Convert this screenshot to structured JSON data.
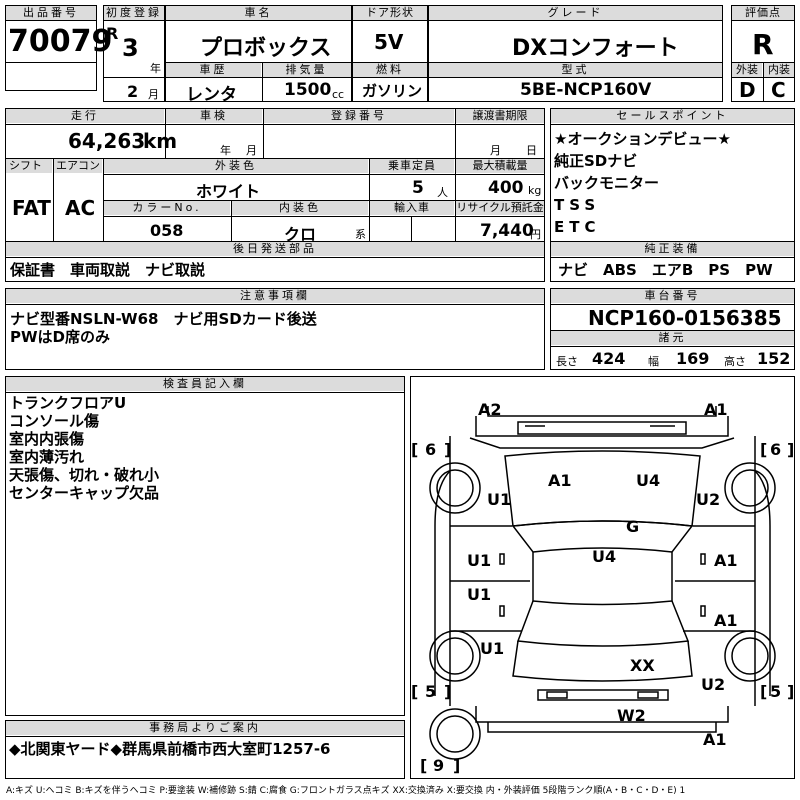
{
  "header": {
    "lot_label": "出品番号",
    "lot_value": "70079",
    "first_reg_label": "初度登録",
    "era": "R",
    "year_num": "3",
    "year_unit": "年",
    "month_num": "2",
    "month_unit": "月",
    "name_label": "車名",
    "name_value": "プロボックス",
    "history_label": "車歴",
    "history_value": "レンタ",
    "displacement_label": "排気量",
    "displacement_value": "1500",
    "displacement_unit": "cc",
    "doors_label": "ドア形状",
    "doors_value": "5V",
    "fuel_label": "燃料",
    "fuel_value": "ガソリン",
    "grade_label": "グレード",
    "grade_value": "DXコンフォート",
    "model_label": "型式",
    "model_value": "5BE-NCP160V",
    "score_label": "評価点",
    "score_value": "R",
    "exterior_label": "外装",
    "exterior_value": "D",
    "interior_label": "内装",
    "interior_value": "C"
  },
  "row2": {
    "mileage_label": "走行",
    "mileage_value": "64,263",
    "mileage_unit": "km",
    "inspection_label": "車検",
    "insp_year": "年",
    "insp_month": "月",
    "reg_label": "登録番号",
    "transfer_label": "譲渡書期限",
    "transfer_month": "月",
    "transfer_day": "日",
    "shift_label": "シフト",
    "shift_value": "FAT",
    "ac_label": "エアコン",
    "ac_value": "AC",
    "ext_color_label": "外装色",
    "ext_color_value": "ホワイト",
    "capacity_label": "乗車定員",
    "capacity_value": "5",
    "capacity_unit": "人",
    "load_label": "最大積載量",
    "load_value": "400",
    "load_unit": "kg",
    "color_no_label": "カラーNo.",
    "color_no_value": "058",
    "int_color_label": "内装色",
    "int_color_value": "クロ",
    "int_color_unit": "系",
    "import_label": "輸入車",
    "recycle_label": "リサイクル預託金",
    "recycle_value": "7,440",
    "recycle_unit": "円",
    "later_label": "後日発送部品",
    "later_value": "保証書　車両取説　ナビ取説"
  },
  "selling": {
    "label": "セールスポイント",
    "items": [
      "★オークションデビュー★",
      "純正SDナビ",
      "バックモニター",
      "TSS",
      "ETC"
    ],
    "genuine_label": "純正装備",
    "genuine_value": "ナビ　ABS　エアB　PS　PW"
  },
  "notes": {
    "label": "注意事項欄",
    "lines": [
      "ナビ型番NSLN-W68　ナビ用SDカード後送",
      "PWはD席のみ"
    ]
  },
  "chassis": {
    "label": "車台番号",
    "value": "NCP160-0156385",
    "specs_label": "諸元",
    "length_label": "長さ",
    "length_value": "424",
    "width_label": "幅",
    "width_value": "169",
    "height_label": "高さ",
    "height_value": "152"
  },
  "inspector": {
    "label": "検査員記入欄",
    "lines": [
      "トランクフロアU",
      "コンソール傷",
      "室内内張傷",
      "室内薄汚れ",
      "天張傷、切れ・破れ小",
      "センターキャップ欠品"
    ]
  },
  "diagram": {
    "labels": [
      {
        "key": "a2_top_left",
        "text": "A2"
      },
      {
        "key": "a1_top_right",
        "text": "A1"
      },
      {
        "key": "a1_hood_left",
        "text": "A1"
      },
      {
        "key": "u4_hood_right",
        "text": "U4"
      },
      {
        "key": "u1_front_left",
        "text": "U1"
      },
      {
        "key": "u2_front_right",
        "text": "U2"
      },
      {
        "key": "g_windshield",
        "text": "G"
      },
      {
        "key": "u4_roof",
        "text": "U4"
      },
      {
        "key": "u1_door_left_front",
        "text": "U1"
      },
      {
        "key": "a1_door_right_front",
        "text": "A1"
      },
      {
        "key": "u1_door_left_rear",
        "text": "U1"
      },
      {
        "key": "a1_door_right_rear",
        "text": "A1"
      },
      {
        "key": "u1_rear_left",
        "text": "U1"
      },
      {
        "key": "xx_rear_glass",
        "text": "XX"
      },
      {
        "key": "u2_rear_right",
        "text": "U2"
      },
      {
        "key": "w2_rear",
        "text": "W2"
      },
      {
        "key": "a1_bottom_right",
        "text": "A1"
      }
    ],
    "tire_left_front": "6",
    "tire_right_front": "6",
    "tire_left_rear": "5",
    "tire_right_rear": "5",
    "tire_spare": "9"
  },
  "office": {
    "label": "事務局よりご案内",
    "value": "◆北関東ヤード◆群馬県前橋市西大室町1257-6"
  },
  "legend": "A:キズ U:ヘコミ B:キズを伴うヘコミ P:要塗装 W:補修跡 S:錆 C:腐食 G:フロントガラス点キズ XX:交換済み X:要交換 内・外装評価 5段階ランク順(A・B・C・D・E) 1"
}
